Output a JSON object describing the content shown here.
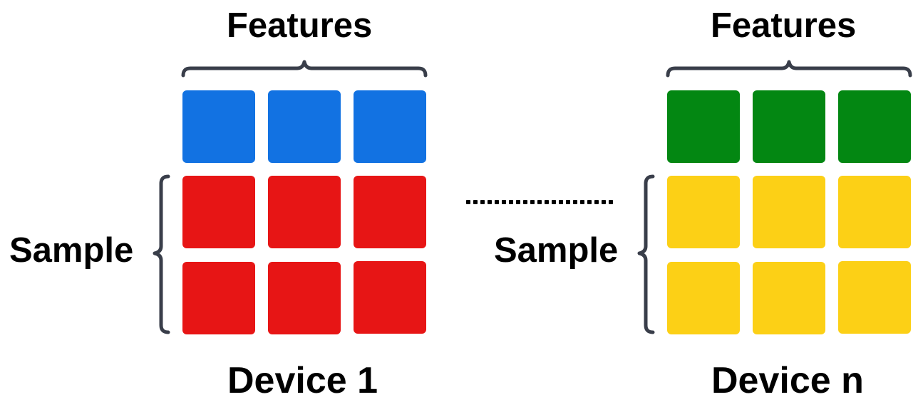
{
  "device1": {
    "features_label": "Features",
    "sample_label": "Sample",
    "device_label": "Device 1",
    "feature_color": "#1272E2",
    "sample_color": "#E71515"
  },
  "device_n": {
    "features_label": "Features",
    "sample_label": "Sample",
    "device_label": "Device n",
    "feature_color": "#038712",
    "sample_color": "#FCD016"
  },
  "separator_icon": "dotted-ellipsis",
  "brace_color": "#393E4A"
}
